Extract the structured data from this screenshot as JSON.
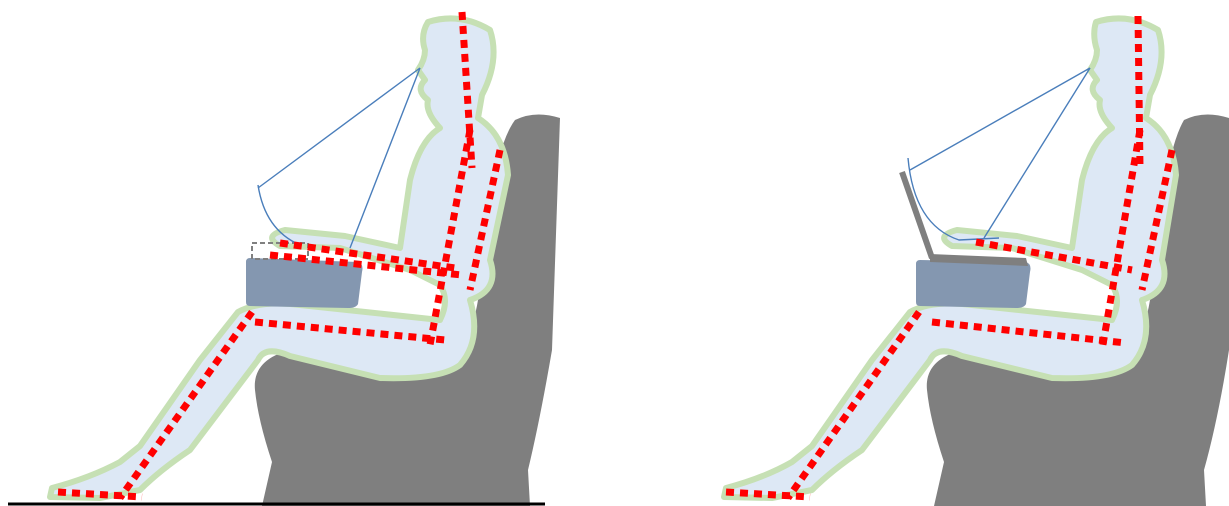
{
  "figure": {
    "panels": [
      {
        "id": "left",
        "device": "laptop-closed-keyboard-only"
      },
      {
        "id": "right",
        "device": "laptop-with-open-screen"
      }
    ]
  },
  "colors": {
    "background": "#ffffff",
    "body_fill": "#dde8f5",
    "body_outline": "#c6e0b4",
    "posture_line": "#ff0000",
    "seat": "#7f7f7f",
    "cushion": "#8497b0",
    "sight_line": "#4a7ebb",
    "laptop": "#7f7f7f",
    "floor": "#000000",
    "keyboard_outline": "#808080"
  },
  "icons": {
    "seat": "car-seat-shape",
    "body": "seated-person-silhouette",
    "posture": "dotted-skeleton-line",
    "sight": "line-of-sight-lines"
  }
}
